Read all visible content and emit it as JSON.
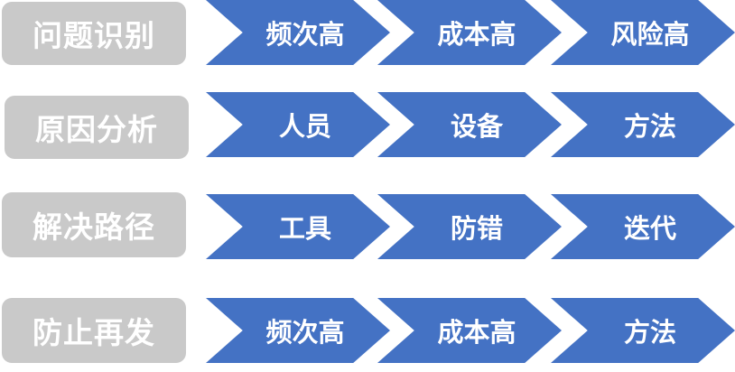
{
  "colors": {
    "label_bg": "#c9c9c9",
    "chevron_bg": "#4472c4",
    "text": "#ffffff"
  },
  "rows": [
    {
      "label": "问题识别",
      "steps": [
        "频次高",
        "成本高",
        "风险高"
      ]
    },
    {
      "label": "原因分析",
      "steps": [
        "人员",
        "设备",
        "方法"
      ]
    },
    {
      "label": "解决路径",
      "steps": [
        "工具",
        "防错",
        "迭代"
      ]
    },
    {
      "label": "防止再发",
      "steps": [
        "频次高",
        "成本高",
        "方法"
      ]
    }
  ]
}
